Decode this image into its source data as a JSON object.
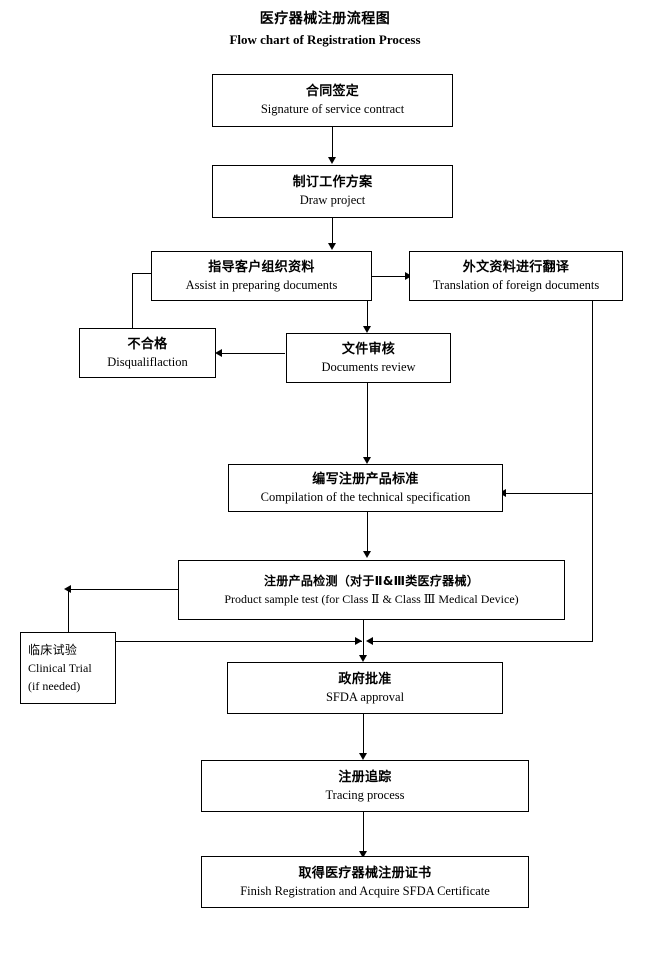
{
  "title": {
    "cn": "医疗器械注册流程图",
    "en": "Flow chart of Registration Process"
  },
  "nodes": {
    "contract": {
      "cn": "合同签定",
      "en": "Signature of service contract"
    },
    "draw": {
      "cn": "制订工作方案",
      "en": "Draw project"
    },
    "assist": {
      "cn": "指导客户组织资料",
      "en": "Assist in preparing documents"
    },
    "translation": {
      "cn": "外文资料进行翻译",
      "en": "Translation of foreign documents"
    },
    "disqualify": {
      "cn": "不合格",
      "en": "Disqualiflaction"
    },
    "review": {
      "cn": "文件审核",
      "en": "Documents review"
    },
    "compilation": {
      "cn": "编写注册产品标准",
      "en": "Compilation of the technical specification"
    },
    "sampletest": {
      "cn": "注册产品检测（对于Ⅱ&Ⅲ类医疗器械）",
      "en": "Product sample test (for Class  Ⅱ & Class  Ⅲ  Medical Device)"
    },
    "clinical": {
      "cn": "临床试验",
      "en": "Clinical Trial",
      "note": "(if needed)"
    },
    "approval": {
      "cn": "政府批准",
      "en": "SFDA approval"
    },
    "tracing": {
      "cn": "注册追踪",
      "en": "Tracing process"
    },
    "finish": {
      "cn": "取得医疗器械注册证书",
      "en": "Finish Registration and Acquire SFDA Certificate"
    }
  },
  "colors": {
    "line": "#000000",
    "background": "#ffffff",
    "text": "#000000"
  }
}
